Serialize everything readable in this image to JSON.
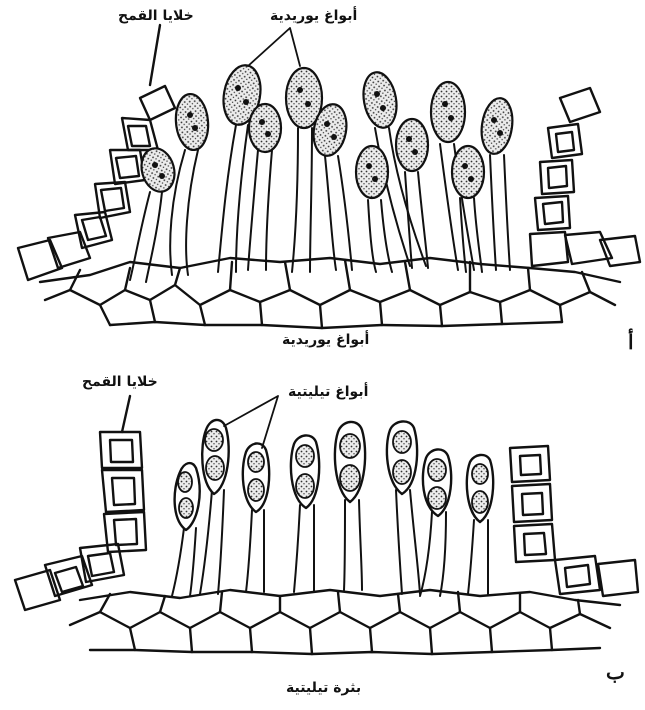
{
  "figure": {
    "top_panel": {
      "label_host_cells": "خلايا القمح",
      "label_spores_pointer": "أبواغ يوريدية",
      "caption": "أبواغ يوريدية",
      "panel_mark": "أ"
    },
    "bottom_panel": {
      "label_host_cells": "خلايا القمح",
      "label_spores_pointer": "أبواغ تيليتية",
      "caption": "بثرة تيليتية",
      "panel_mark": "ب"
    },
    "colors": {
      "ink": "#111111",
      "paper": "#ffffff",
      "spore_fill": "#e9e9e9"
    }
  }
}
